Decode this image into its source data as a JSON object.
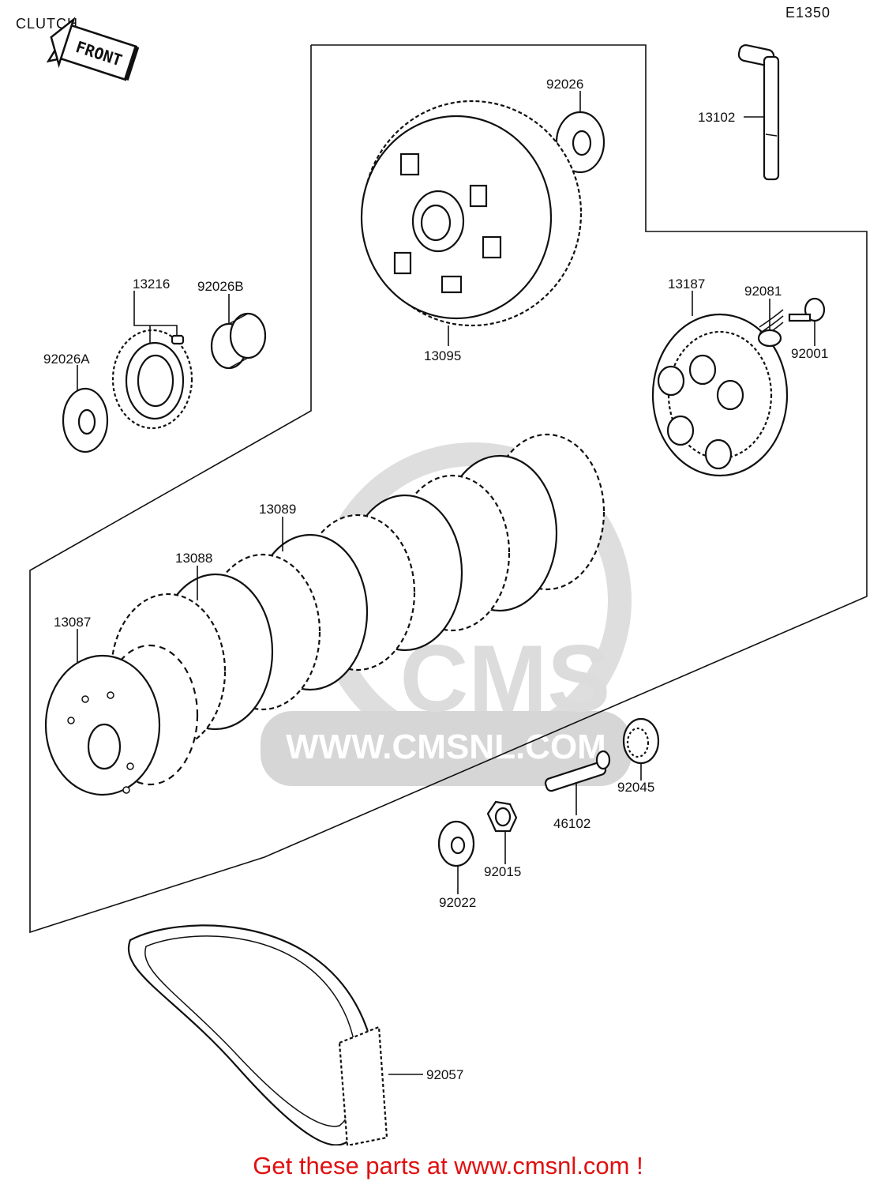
{
  "diagram": {
    "title": "CLUTCH",
    "code": "E1350",
    "front_label": "FRONT"
  },
  "parts": [
    {
      "number": "92026"
    },
    {
      "number": "13102"
    },
    {
      "number": "13216"
    },
    {
      "number": "92026B"
    },
    {
      "number": "92026A"
    },
    {
      "number": "13095"
    },
    {
      "number": "13187"
    },
    {
      "number": "92081"
    },
    {
      "number": "92001"
    },
    {
      "number": "13089"
    },
    {
      "number": "13088"
    },
    {
      "number": "13087"
    },
    {
      "number": "92045"
    },
    {
      "number": "46102"
    },
    {
      "number": "92015"
    },
    {
      "number": "92022"
    },
    {
      "number": "92057"
    }
  ],
  "watermark": {
    "brand": "CMS",
    "url": "WWW.CMSNL.COM"
  },
  "footer": {
    "text": "Get these parts at www.cmsnl.com !"
  }
}
